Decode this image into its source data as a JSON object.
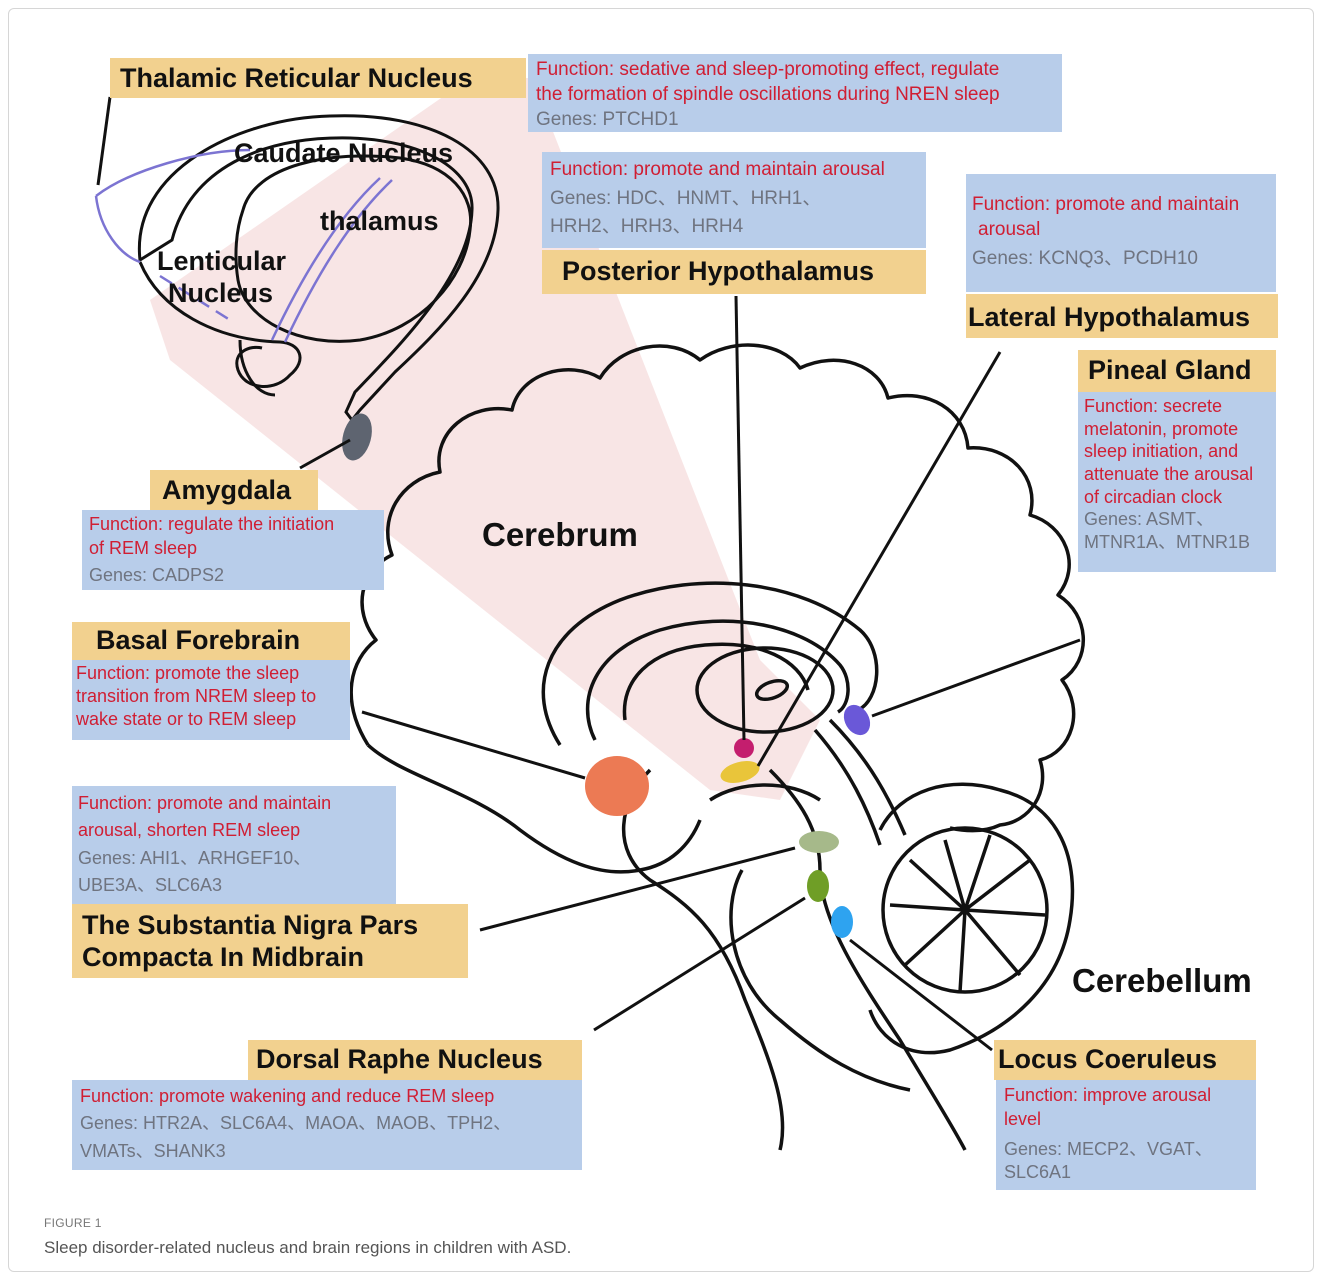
{
  "colors": {
    "title_fill": "#f2d18f",
    "info_fill": "#b8cdea",
    "function_text": "#d01e33",
    "genes_text": "#6f7480",
    "basal_forebrain_dot": "#ec7a54",
    "posterior_hypothalamus_dot": "#c41e6e",
    "lateral_hypothalamus_dot": "#e9c53a",
    "pineal_gland_dot": "#6a58d8",
    "substantia_nigra_dot": "#a6b98a",
    "dorsal_raphe_dot": "#6f9e26",
    "locus_coeruleus_dot": "#2ea3f0",
    "amygdala_dot": "#5e6470"
  },
  "labels": {
    "cerebrum": "Cerebrum",
    "cerebellum": "Cerebellum",
    "caudate": "Caudate Nucleus",
    "thalamus": "thalamus",
    "lenticular_1": "Lenticular",
    "lenticular_2": "Nucleus"
  },
  "regions": {
    "thalamic_reticular": {
      "title": "Thalamic Reticular Nucleus",
      "function_1": "Function:  sedative and sleep-promoting effect,  regulate",
      "function_2": "the formation of spindle oscillations during NREN sleep",
      "genes": "Genes:  PTCHD1"
    },
    "posterior_hypothalamus": {
      "title": "Posterior Hypothalamus",
      "function": "Function:  promote and maintain arousal",
      "genes_1": "Genes:  HDC、HNMT、HRH1、",
      "genes_2": "HRH2、HRH3、HRH4"
    },
    "lateral_hypothalamus": {
      "title": "Lateral Hypothalamus",
      "function_1": "Function:  promote and maintain",
      "function_2": "arousal",
      "genes": "Genes:  KCNQ3、PCDH10"
    },
    "pineal_gland": {
      "title": "Pineal Gland",
      "function_1": "Function: secrete",
      "function_2": "melatonin, promote",
      "function_3": "sleep initiation, and",
      "function_4": "attenuate the arousal",
      "function_5": "of circadian clock",
      "genes_1": "Genes:  ASMT、",
      "genes_2": "MTNR1A、MTNR1B"
    },
    "amygdala": {
      "title": "Amygdala",
      "function_1": "Function:  regulate the initiation",
      "function_2": "of REM sleep",
      "genes": "Genes:  CADPS2"
    },
    "basal_forebrain": {
      "title": "Basal Forebrain",
      "function_1": "Function:  promote the sleep",
      "function_2": "transition from NREM sleep to",
      "function_3": "wake state or to REM sleep"
    },
    "substantia_nigra": {
      "title_1": "The Substantia Nigra Pars",
      "title_2": "Compacta In Midbrain",
      "function_1": "Function:  promote and maintain",
      "function_2": "arousal,  shorten REM sleep",
      "genes_1": "Genes:  AHI1、ARHGEF10、",
      "genes_2": "UBE3A、SLC6A3"
    },
    "dorsal_raphe": {
      "title": "Dorsal Raphe Nucleus",
      "function": "Function:  promote wakening and reduce REM sleep",
      "genes_1": "Genes:  HTR2A、SLC6A4、MAOA、MAOB、TPH2、",
      "genes_2": "VMATs、SHANK3"
    },
    "locus_coeruleus": {
      "title": "Locus Coeruleus",
      "function_1": "Function:  improve arousal",
      "function_2": "level",
      "genes_1": "Genes:  MECP2、VGAT、",
      "genes_2": "SLC6A1"
    }
  },
  "caption": {
    "label": "FIGURE 1",
    "text": "Sleep disorder-related nucleus and brain regions in children with ASD."
  }
}
